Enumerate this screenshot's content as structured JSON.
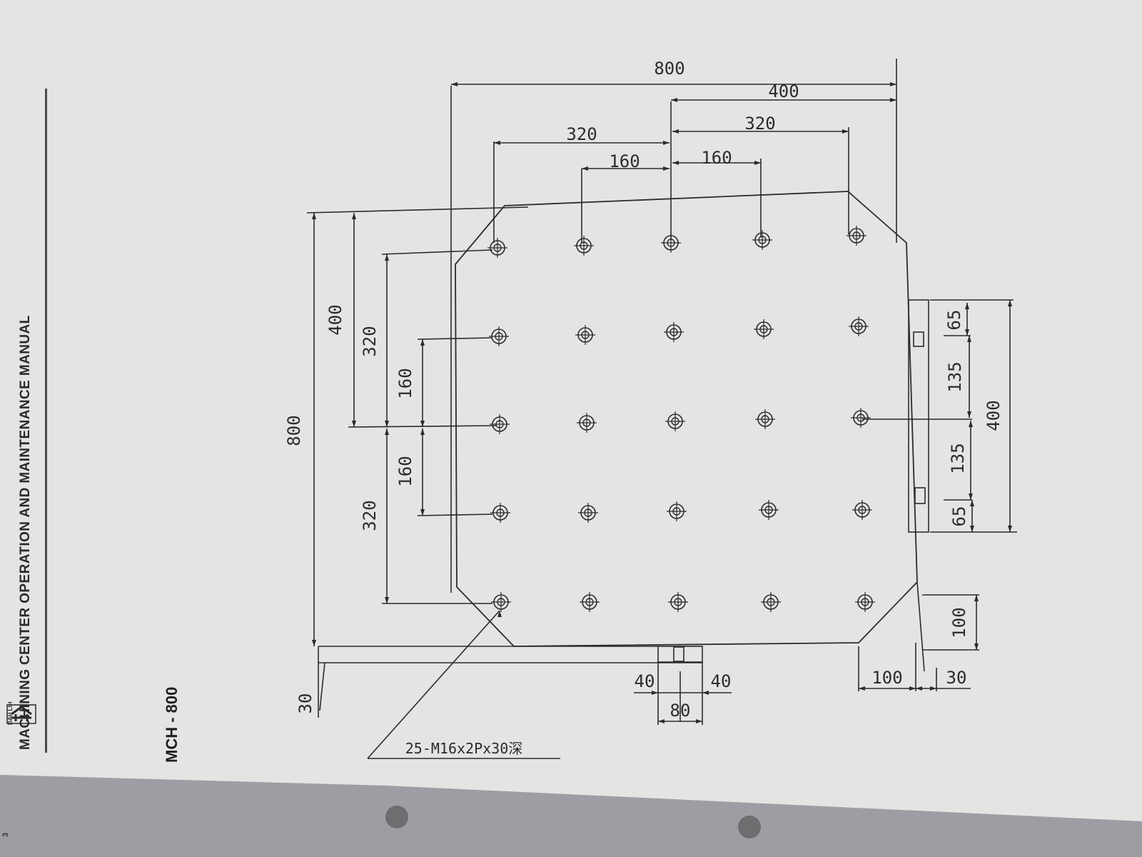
{
  "manual": {
    "header_title": "MACHINING CENTER OPERATION AND MAINTENANCE MANUAL",
    "logo_text": "DAH LIH",
    "model": "MCH - 800",
    "side_tab": "3"
  },
  "drawing": {
    "note": "25-M16x2Px30深",
    "dims": {
      "top_overall": "800",
      "top_half": "400",
      "top_left_320": "320",
      "top_right_320": "320",
      "top_left_160": "160",
      "top_right_160": "160",
      "left_overall": "800",
      "left_half": "400",
      "left_upper_320": "320",
      "left_lower_320": "320",
      "left_upper_160": "160",
      "left_lower_160": "160",
      "right_400": "400",
      "right_65_top": "65",
      "right_135_top": "135",
      "right_135_bottom": "135",
      "right_65_bottom": "65",
      "right_100": "100",
      "bottom_30_left": "30",
      "bottom_40_left": "40",
      "bottom_40_right": "40",
      "bottom_80": "80",
      "bottom_100": "100",
      "bottom_30_right": "30"
    }
  }
}
